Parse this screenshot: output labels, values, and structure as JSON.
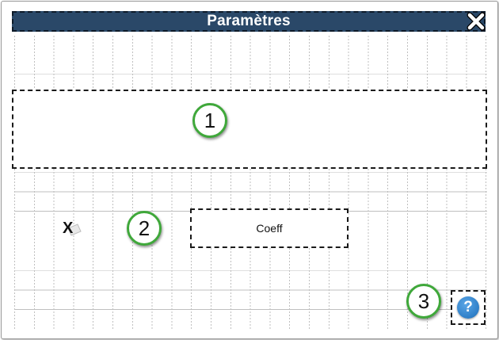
{
  "window": {
    "title": "Paramètres",
    "close_icon": "close-icon",
    "accent_color": "#2a4868"
  },
  "zones": {
    "zone2_label": "Coeff"
  },
  "markers": {
    "m1": "1",
    "m2": "2",
    "m3": "3",
    "color": "#3fa83a"
  },
  "toggle": {
    "label": "X"
  },
  "help": {
    "glyph": "?",
    "icon": "help-icon"
  }
}
